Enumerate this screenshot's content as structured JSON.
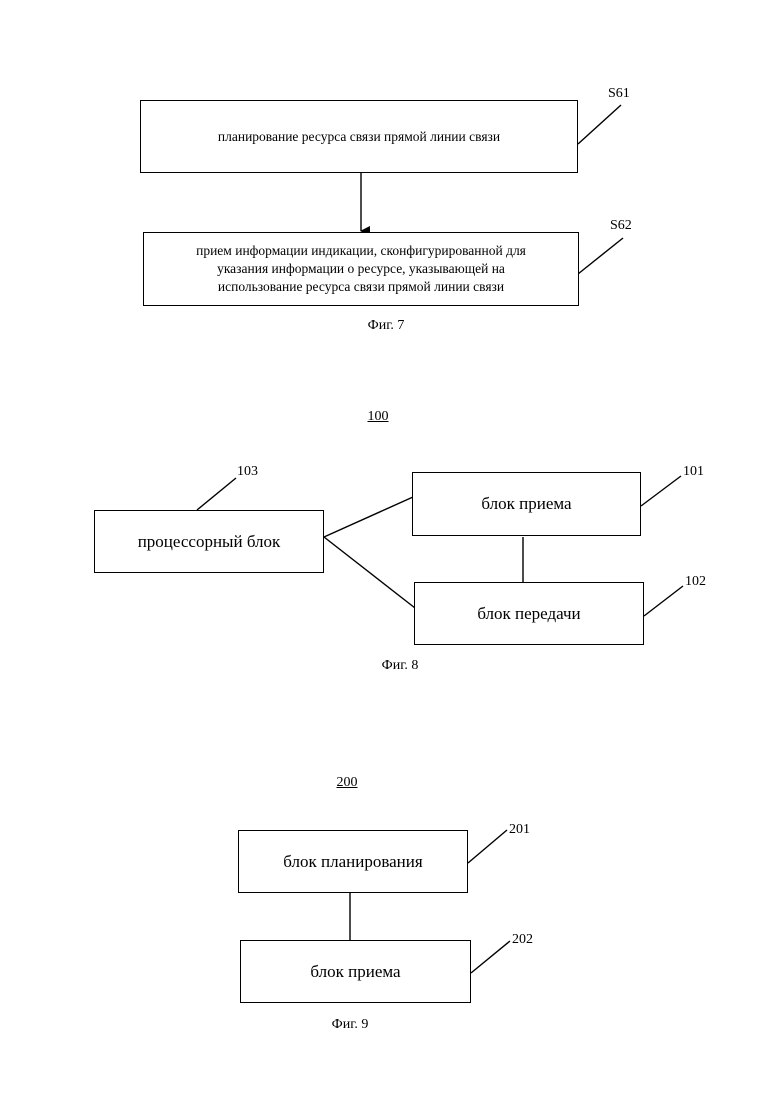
{
  "fig7": {
    "boxes": {
      "s61": {
        "text": "планирование ресурса связи прямой линии связи"
      },
      "s62": {
        "lines": [
          "прием информации индикации, сконфигурированной для",
          "указания информации о ресурсе, указывающей на",
          "использование ресурса связи прямой линии связи"
        ]
      }
    },
    "refs": {
      "s61": "S61",
      "s62": "S62"
    },
    "caption": "Фиг. 7"
  },
  "fig8": {
    "number": "100",
    "boxes": {
      "processor": "процессорный блок",
      "receive": "блок приема",
      "transmit": "блок передачи"
    },
    "refs": {
      "processor": "103",
      "receive": "101",
      "transmit": "102"
    },
    "caption": "Фиг. 8"
  },
  "fig9": {
    "number": "200",
    "boxes": {
      "planning": "блок планирования",
      "receive": "блок приема"
    },
    "refs": {
      "planning": "201",
      "receive": "202"
    },
    "caption": "Фиг. 9"
  }
}
